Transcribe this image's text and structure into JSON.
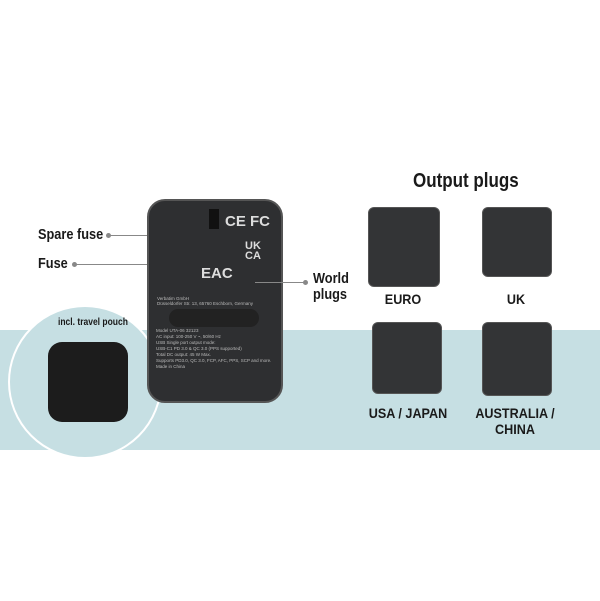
{
  "callouts": {
    "spare_fuse": "Spare fuse",
    "fuse": "Fuse",
    "world_plugs": "World plugs",
    "pouch": "incl. travel pouch"
  },
  "output": {
    "title": "Output plugs",
    "plugs": [
      {
        "label": "EURO"
      },
      {
        "label": "UK"
      },
      {
        "label": "USA / JAPAN"
      },
      {
        "label": "AUSTRALIA / CHINA"
      }
    ]
  },
  "device": {
    "marks": "CE FC",
    "eac": "EAC",
    "ukca": "UK CA",
    "maker": "Verbatim GmbH",
    "address": "Düsseldorfer Str. 13, 65760 Eschborn, Germany",
    "specs": [
      "Model UTA-06 32123",
      "AC input: 100-250 V ~, 50/60 Hz",
      "USB Single port output mode:",
      "USB-C1 PD 3.0 & QC 3.0 (PPS supported)",
      "Total DC output: 45 W Max.",
      "Supports PD3.0, QC 3.0, FCP, AFC, PPS, SCP and more.",
      "Made in China"
    ]
  },
  "colors": {
    "band": "#c6dfe3",
    "device": "#2e2f31"
  }
}
